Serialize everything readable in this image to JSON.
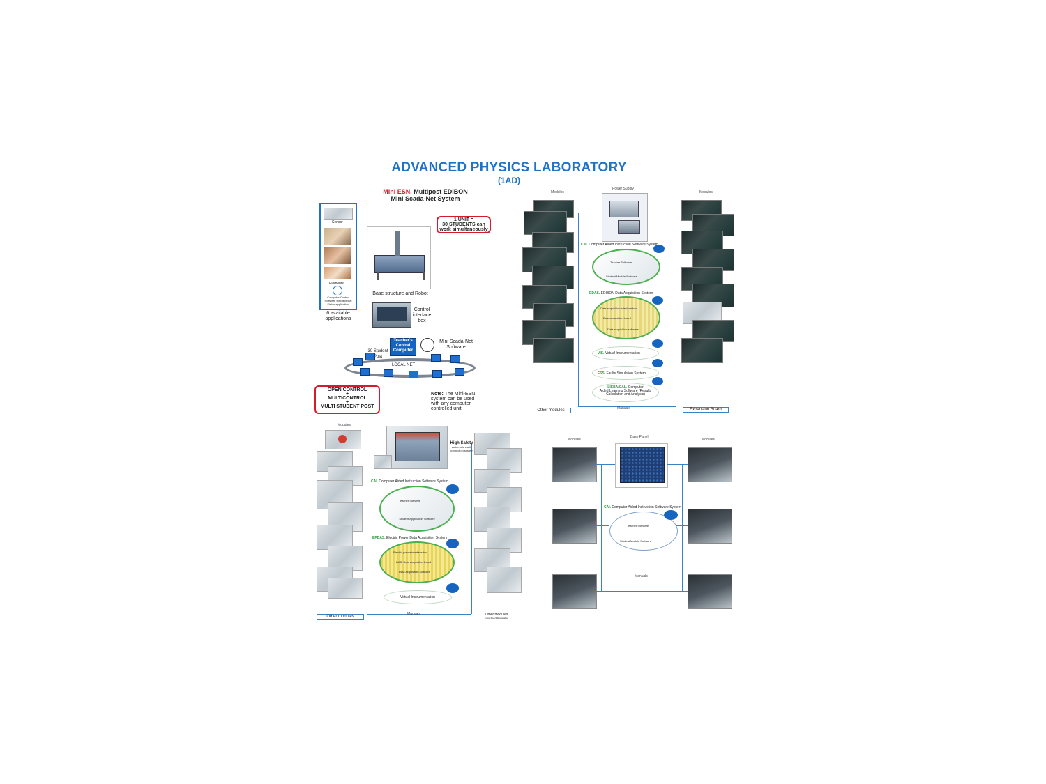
{
  "title": "ADVANCED PHYSICS LABORATORY",
  "subtitle": "(1AD)",
  "q1": {
    "heading_brand": "Mini ESN.",
    "heading_rest": "Multipost EDIBON",
    "heading_line2": "Mini Scada-Net System",
    "unit_box": [
      "1 UNIT =",
      "30 STUDENTS can",
      "work simultaneously"
    ],
    "left_panel": [
      "Sensor",
      "Elements",
      "Computer Control Software for Electrical Fields application",
      "6 available",
      "applications"
    ],
    "robot_label": "Base structure and Robot",
    "control_box": [
      "Control",
      "interface",
      "box"
    ],
    "teacher": [
      "Teacher's",
      "Central",
      "Computer"
    ],
    "software": [
      "Mini Scada-Net",
      "Software"
    ],
    "student_post": [
      "30 Student",
      "Post"
    ],
    "network": "LOCAL NET",
    "open_box": [
      "OPEN CONTROL",
      "+",
      "MULTICONTROL",
      "+",
      "MULTI STUDENT POST"
    ],
    "note_label": "Note:",
    "note_text": [
      "The Mini-ESN",
      "system can be used",
      "with any computer",
      "controlled unit."
    ]
  },
  "q2": {
    "modules_left": "Modules",
    "power_supply": "Power Supply",
    "modules_right": "Modules",
    "cai_prefix": "CAI.",
    "cai": "Computer Aided Instruction Software System",
    "teacher_sw": "Teacher Software",
    "student_sw": "Student/Module Software",
    "edas_prefix": "EDAS.",
    "edas": "EDIBON Data Acquisition System",
    "daq_box": "Data acquisition interface box",
    "daq_board": "Data acquisition board",
    "daq_sw": "Data acquisition software",
    "vis_prefix": "VIS.",
    "vis": "Virtual Instrumentation",
    "fss_prefix": "FSS.",
    "fss": "Faults Simulation System",
    "lieba_prefix": "LIEBA/CAL.",
    "lieba": [
      "Computer",
      "Aided Learning Software (Results",
      "Calculation and Analysis)"
    ],
    "other_modules": "Other modules",
    "manuals": "Manuals",
    "expansion": "Expansion Board"
  },
  "q3": {
    "modules_left": "Modules",
    "high_safety": [
      "High Safety",
      "Automatic earth",
      "connection system"
    ],
    "cai_prefix": "CAI.",
    "cai": "Computer Aided Instruction Software System",
    "teacher_sw": "Teacher Software",
    "student_sw": "Student/Application Software",
    "epdas_prefix": "EPDAS.",
    "epdas": "Electric Power Data Acquisition System",
    "epdas_box": "Electric power interface box",
    "daq_board": "DAB. Data acquisition board",
    "daq_sw": "Data acquisition software",
    "vis": "Virtual Instrumentation",
    "other_modules_left": "Other modules",
    "manuals": "Manuals",
    "other_modules_right": "Other modules",
    "other_modules_right_sub": "(more than 900 available)"
  },
  "q4": {
    "modules_left": "Modules",
    "base_panel": "Base Panel",
    "modules_right": "Modules",
    "cai_prefix": "CAI.",
    "cai": "Computer Aided Instruction Software System",
    "teacher_sw": "Teacher Software",
    "student_sw": "Student/Module Software",
    "manuals": "Manuals"
  },
  "colors": {
    "title_blue": "#1f73c7",
    "brand_red": "#d41d2c",
    "cai_green": "#2ea043",
    "line_blue": "#3b82c4"
  }
}
